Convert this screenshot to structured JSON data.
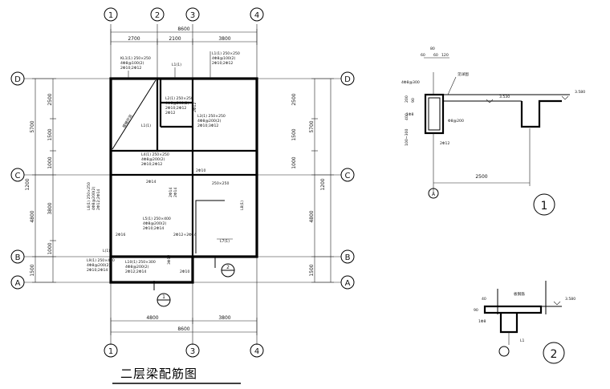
{
  "drawing_title": "二层梁配筋图",
  "axes": {
    "columns": [
      "1",
      "2",
      "3",
      "4"
    ],
    "rows": [
      "D",
      "C",
      "B",
      "A"
    ]
  },
  "dimensions": {
    "top_total": "8600",
    "top_segments": [
      "2700",
      "2100",
      "3800"
    ],
    "bottom_total": "8600",
    "bottom_segments": [
      "4800",
      "3800"
    ],
    "left_outer": [
      "5700",
      "1200",
      "4800",
      "1500"
    ],
    "left_inner": [
      "2500",
      "1500",
      "1000",
      "3800",
      "1000"
    ],
    "right_outer": [
      "5700",
      "1200",
      "4800",
      "1500"
    ],
    "right_inner": [
      "2500",
      "1500",
      "1000"
    ]
  },
  "beam_labels": {
    "l1_top_left": [
      "KL1(1) 250×250",
      "4Φ8@100(2)",
      "2Φ10;2Φ12"
    ],
    "l1_top_small": "L1(1)",
    "l1_top_right": [
      "L1(1) 250×250",
      "4Φ8@100(2)",
      "2Φ10;2Φ12"
    ],
    "stair": "楼梯开洞",
    "l2_mid": [
      "L2(1) 250×250",
      "4Φ8@200(2)",
      "2Φ10;2Φ12"
    ],
    "l3_mid": [
      "L3(1) 250×250",
      "4Φ8@200(2)",
      "2Φ10;3Φ12"
    ],
    "l4_center": [
      "L4(1) 250×250",
      "4Φ8@200(2)",
      "2Φ10;2Φ12"
    ],
    "l5_center": [
      "L5(1) 250×400",
      "4Φ8@200(2)",
      "2Φ10;2Φ14"
    ],
    "l6_left": [
      "L6(1) 250×250",
      "4Φ8@200(2)",
      "2Φ12;2Φ14"
    ],
    "l7_small": "L7(1)",
    "l8_right": [
      "250×250",
      "L8(1)"
    ],
    "l9_bottom": [
      "L9(1) 250×400",
      "4Φ8@200(2)",
      "2Φ10;2Φ14"
    ],
    "l10_bottom": [
      "L10(1) 250×300",
      "4Φ8@200(2)",
      "2Φ12;2Φ14"
    ],
    "small_notes": [
      "2Φ12",
      "2Φ12",
      "2Φ10",
      "2Φ14",
      "2Φ14",
      "2Φ14",
      "2Φ16",
      "2Φ12+2Φ14",
      "3Φ12",
      "2Φ10",
      "L1(1)",
      "L(1)"
    ]
  },
  "section_marks": {
    "plan_mark_1": "1",
    "plan_mark_2": "2"
  },
  "detail1": {
    "label": "1",
    "axis": "A",
    "dims_top": [
      "60",
      "80",
      "60",
      "120"
    ],
    "span": "2500",
    "elevation": "3.580",
    "elevation_lower": "3.530",
    "notes": [
      "4Φ8@300",
      "Φ8@200",
      "1Φ8",
      "2Φ12",
      "400",
      "200",
      "90",
      "100~300",
      "见详图"
    ]
  },
  "detail2": {
    "label": "2",
    "elevation": "3.580",
    "notes": [
      "40",
      "90",
      "1Φ8",
      "板钢筋",
      "L1"
    ]
  }
}
